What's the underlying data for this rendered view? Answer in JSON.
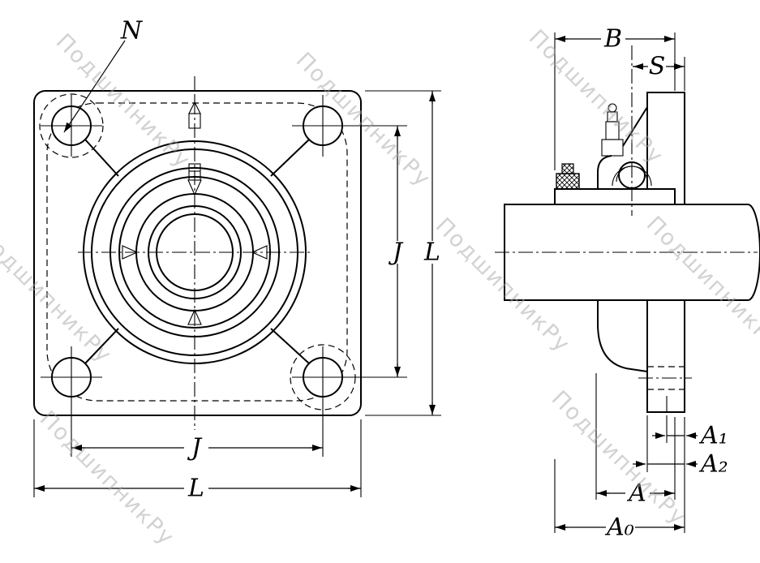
{
  "watermark": {
    "text": "ПодшипникРу",
    "color": "#a6a6a6"
  },
  "front_view": {
    "labels": {
      "n": "N",
      "j_vertical": "J",
      "l_vertical": "L",
      "j_horizontal": "J",
      "l_horizontal": "L"
    }
  },
  "side_view": {
    "labels": {
      "b": "B",
      "s": "S",
      "a1": "A₁",
      "a2": "A₂",
      "a": "A",
      "a0": "A₀"
    }
  },
  "style": {
    "line_color": "#000000",
    "background": "#ffffff"
  }
}
